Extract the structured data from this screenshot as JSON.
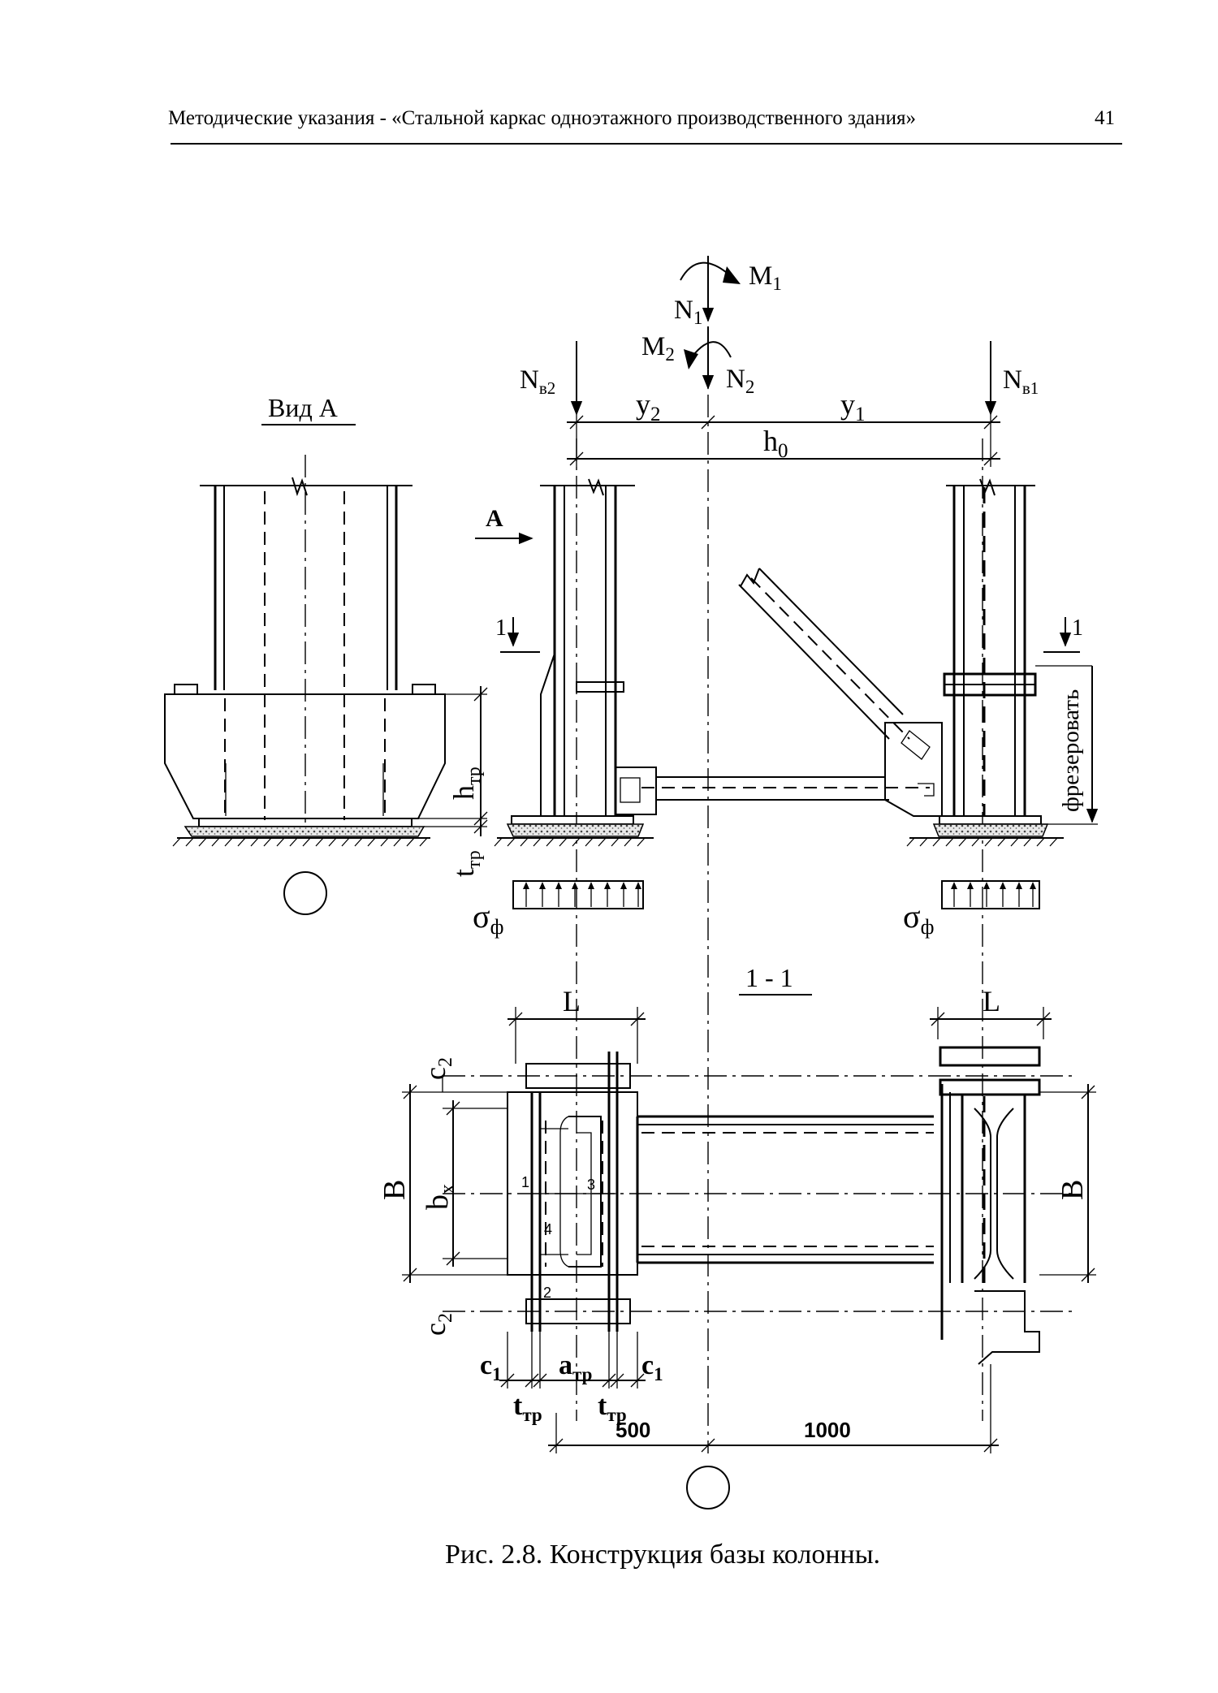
{
  "header": {
    "title": "Методические указания - «Стальной каркас одноэтажного производственного здания»",
    "page_number": "41"
  },
  "labels": {
    "view_a": "Вид А",
    "arrow_a": "А",
    "section_1_left": "1",
    "section_1_right": "1",
    "section_title": "1 - 1",
    "mill_note": "фрезеровать",
    "circle_top": "",
    "circle_bottom": ""
  },
  "forces": {
    "m1": {
      "main": "M",
      "sub": "1"
    },
    "n1": {
      "main": "N",
      "sub": "1"
    },
    "m2": {
      "main": "M",
      "sub": "2"
    },
    "n2": {
      "main": "N",
      "sub": "2"
    },
    "nb2": {
      "main": "N",
      "sub": "в2"
    },
    "nb1": {
      "main": "N",
      "sub": "в1"
    }
  },
  "dimensions": {
    "y2": {
      "main": "y",
      "sub": "2"
    },
    "y1": {
      "main": "y",
      "sub": "1"
    },
    "h0": {
      "main": "h",
      "sub": "0"
    },
    "htr": {
      "main": "h",
      "sub": "тр"
    },
    "ttr_left": {
      "main": "t",
      "sub": "тр"
    },
    "sigma_left": {
      "main": "σ",
      "sub": "ф"
    },
    "sigma_right": {
      "main": "σ",
      "sub": "ф"
    },
    "L_left": "L",
    "L_right": "L",
    "c2_top": {
      "main": "c",
      "sub": "2"
    },
    "c2_bottom": {
      "main": "c",
      "sub": "2"
    },
    "B_left": "B",
    "B_right": "B",
    "bx": {
      "main": "b",
      "sub": "x"
    },
    "c1_left": {
      "main": "c",
      "sub": "1"
    },
    "atr": {
      "main": "a",
      "sub": "тр"
    },
    "c1_right": {
      "main": "c",
      "sub": "1"
    },
    "ttr_b1": {
      "main": "t",
      "sub": "тр"
    },
    "ttr_b2": {
      "main": "t",
      "sub": "тр"
    },
    "dim_500": "500",
    "dim_1000": "1000"
  },
  "parts": [
    "1",
    "2",
    "3",
    "4"
  ],
  "caption": "Рис. 2.8. Конструкция базы колонны."
}
